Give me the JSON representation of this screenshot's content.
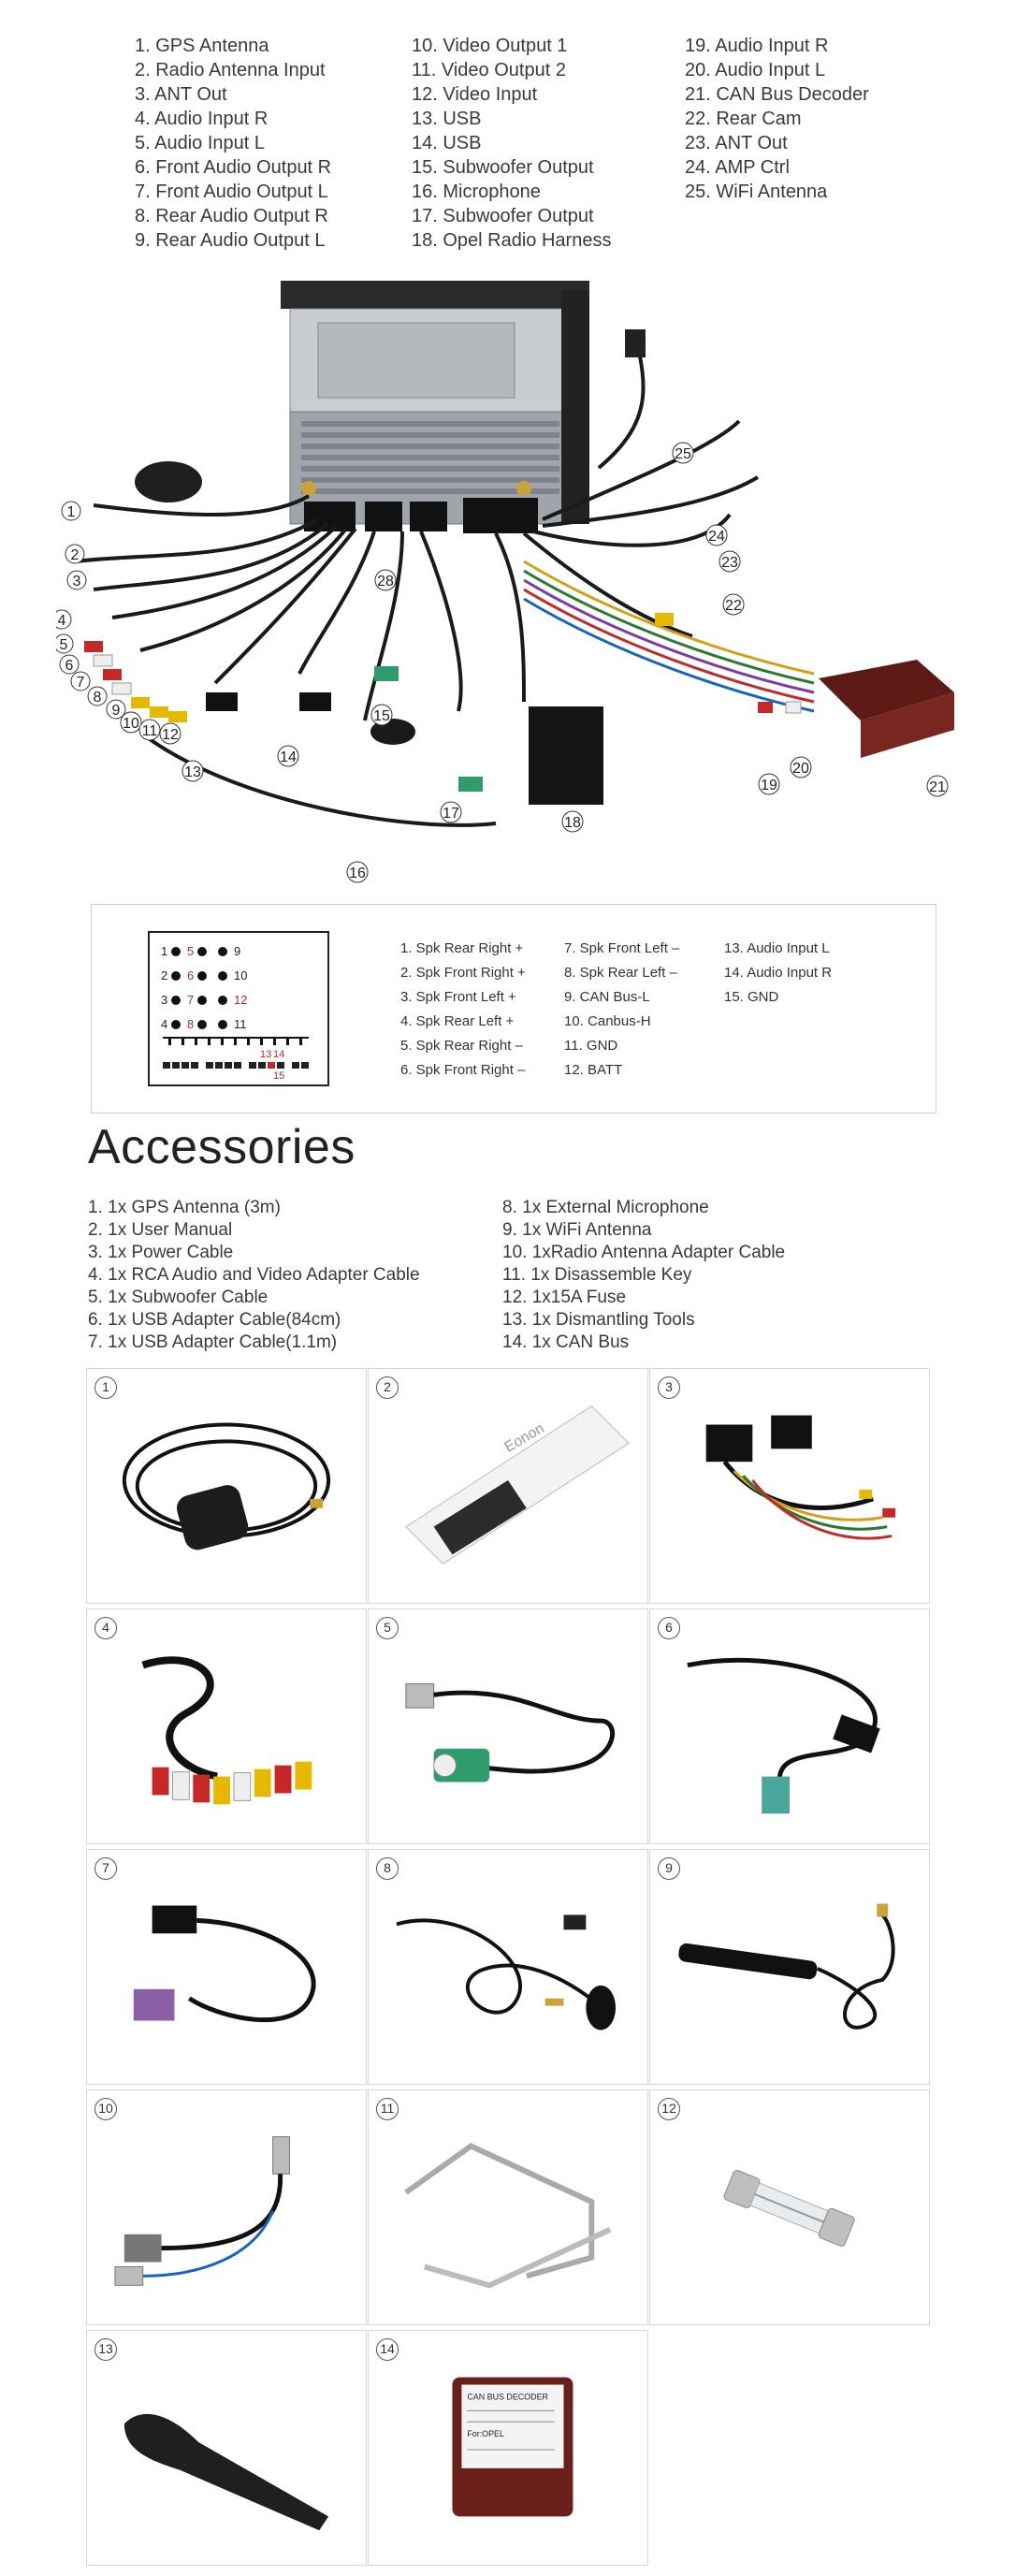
{
  "legend": {
    "col1": [
      "1. GPS Antenna",
      "2. Radio Antenna Input",
      "3. ANT Out",
      "4. Audio Input R",
      "5. Audio Input L",
      "6. Front Audio Output R",
      "7. Front Audio Output L",
      "8. Rear Audio Output R",
      "9. Rear Audio Output L"
    ],
    "col2": [
      "10. Video Output 1",
      "11. Video Output 2",
      "12. Video Input",
      "13. USB",
      "14. USB",
      "15. Subwoofer Output",
      "16. Microphone",
      "17. Subwoofer Output",
      "18. Opel Radio Harness"
    ],
    "col3": [
      "19. Audio Input R",
      "20. Audio Input L",
      "21. CAN Bus Decoder",
      "22. Rear Cam",
      "23. ANT Out",
      "24. AMP Ctrl",
      "25. WiFi Antenna"
    ]
  },
  "diagram": {
    "callouts": [
      "1",
      "2",
      "3",
      "4",
      "5",
      "6",
      "7",
      "8",
      "9",
      "10",
      "11",
      "12",
      "13",
      "14",
      "15",
      "16",
      "17",
      "18",
      "19",
      "20",
      "21",
      "22",
      "23",
      "24",
      "25",
      "28"
    ]
  },
  "pinout": {
    "connector_rows": [
      {
        "left": "1",
        "mid": "5",
        "right": "9"
      },
      {
        "left": "2",
        "mid": "6",
        "right": "10"
      },
      {
        "left": "3",
        "mid": "7",
        "right": "12"
      },
      {
        "left": "4",
        "mid": "8",
        "right": "11"
      }
    ],
    "bottom_labels": [
      "13",
      "14",
      "15"
    ],
    "col1": [
      "1. Spk Rear Right +",
      "2. Spk Front Right +",
      "3. Spk Front Left +",
      "4. Spk Rear Left +",
      "5. Spk Rear Right –",
      "6. Spk Front Right –"
    ],
    "col2": [
      "7. Spk Front Left –",
      "8. Spk Rear Left –",
      "9. CAN Bus-L",
      "10. Canbus-H",
      "11. GND",
      "12.  BATT"
    ],
    "col3": [
      "13.  Audio Input L",
      "14.  Audio Input R",
      "15.  GND"
    ]
  },
  "accessories": {
    "title": "Accessories",
    "col1": [
      "1. 1x GPS Antenna (3m)",
      "2. 1x User Manual",
      "3. 1x Power Cable",
      "4. 1x RCA Audio and Video Adapter Cable",
      "5. 1x Subwoofer Cable",
      "6. 1x USB Adapter Cable(84cm)",
      "7. 1x USB Adapter Cable(1.1m)"
    ],
    "col2": [
      "8. 1x External Microphone",
      "9. 1x WiFi Antenna",
      "10. 1xRadio Antenna Adapter Cable",
      "11. 1x Disassemble Key",
      "12. 1x15A Fuse",
      "13. 1x Dismantling Tools",
      "14. 1x CAN Bus"
    ],
    "cards": [
      {
        "num": "1",
        "icon": "gps-antenna-icon"
      },
      {
        "num": "2",
        "icon": "user-manual-icon"
      },
      {
        "num": "3",
        "icon": "power-cable-icon"
      },
      {
        "num": "4",
        "icon": "rca-cable-icon"
      },
      {
        "num": "5",
        "icon": "subwoofer-cable-icon"
      },
      {
        "num": "6",
        "icon": "usb-cable-icon"
      },
      {
        "num": "7",
        "icon": "usb-cable-long-icon"
      },
      {
        "num": "8",
        "icon": "microphone-icon"
      },
      {
        "num": "9",
        "icon": "wifi-antenna-icon"
      },
      {
        "num": "10",
        "icon": "radio-adapter-icon"
      },
      {
        "num": "11",
        "icon": "disassemble-key-icon"
      },
      {
        "num": "12",
        "icon": "fuse-icon"
      },
      {
        "num": "13",
        "icon": "pry-tool-icon"
      },
      {
        "num": "14",
        "icon": "canbus-box-icon"
      }
    ],
    "canbus_label": {
      "line1": "CAN BUS DECODER",
      "line2": "For:OPEL"
    },
    "manual_brand": "Eonon"
  },
  "colors": {
    "text": "#333333",
    "border": "#d6d6d6",
    "cable": "#1a1a1a",
    "canbus": "#6b1f1a"
  }
}
